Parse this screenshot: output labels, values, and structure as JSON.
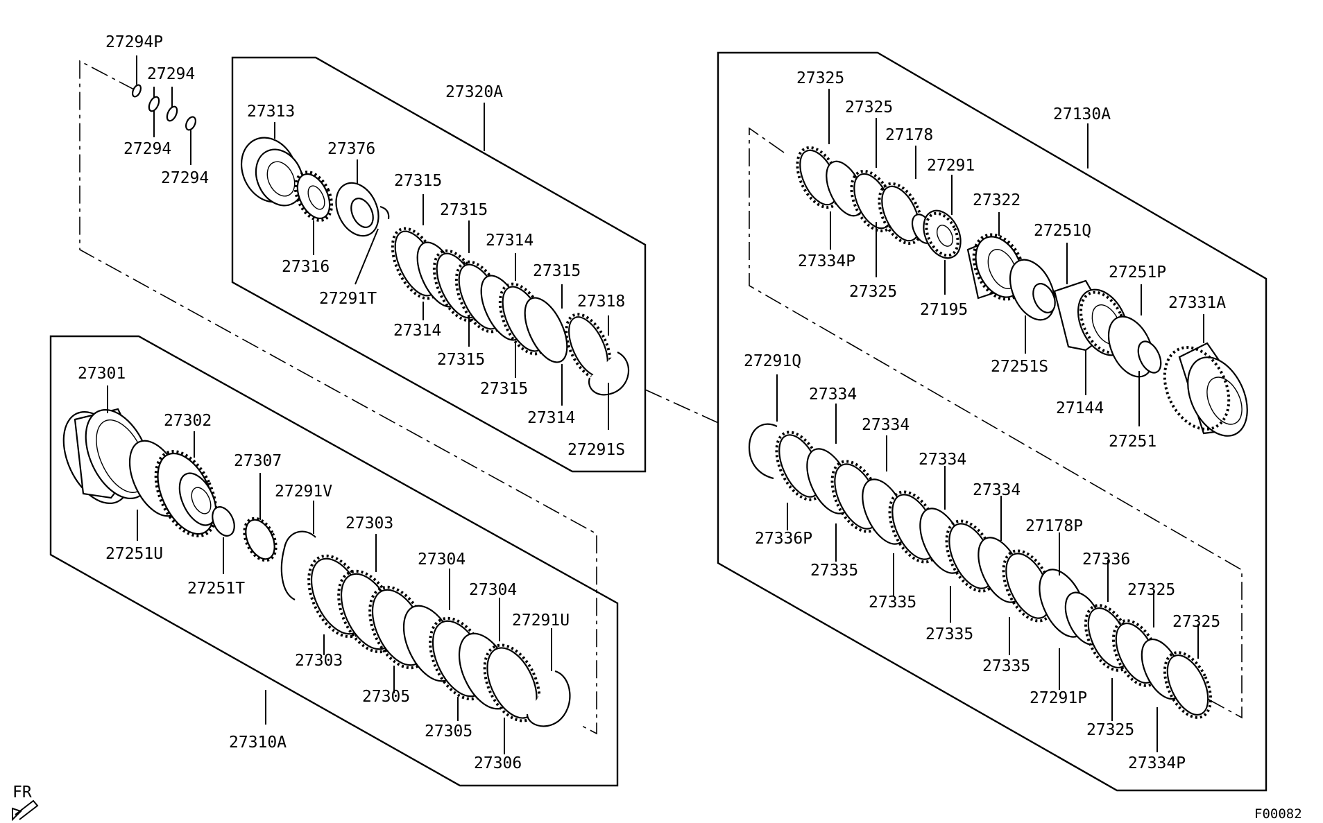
{
  "labels": {
    "l27294P": "27294P",
    "l27294a": "27294",
    "l27294b": "27294",
    "l27294c": "27294",
    "l27313": "27313",
    "l27376": "27376",
    "l27320A": "27320A",
    "l27315a": "27315",
    "l27315b": "27315",
    "l27314a": "27314",
    "l27315c": "27315",
    "l27318": "27318",
    "l27316": "27316",
    "l27291T": "27291T",
    "l27314b": "27314",
    "l27315d": "27315",
    "l27315e": "27315",
    "l27314c": "27314",
    "l27291S": "27291S",
    "l27301": "27301",
    "l27302": "27302",
    "l27307": "27307",
    "l27291V": "27291V",
    "l27303a": "27303",
    "l27304a": "27304",
    "l27304b": "27304",
    "l27291U": "27291U",
    "l27251U": "27251U",
    "l27251T": "27251T",
    "l27303b": "27303",
    "l27305a": "27305",
    "l27305b": "27305",
    "l27306": "27306",
    "l27310A": "27310A",
    "l27325a": "27325",
    "l27325b": "27325",
    "l27178": "27178",
    "l27291": "27291",
    "l27130A": "27130A",
    "l27322": "27322",
    "l27251Q": "27251Q",
    "l27251P": "27251P",
    "l27331A": "27331A",
    "l27334P": "27334P",
    "l27325c": "27325",
    "l27195": "27195",
    "l27251S": "27251S",
    "l27144": "27144",
    "l27251": "27251",
    "l27291Q": "27291Q",
    "l27334a": "27334",
    "l27334b": "27334",
    "l27334c": "27334",
    "l27334d": "27334",
    "l27178P": "27178P",
    "l27336": "27336",
    "l27325d": "27325",
    "l27325e": "27325",
    "l27336P": "27336P",
    "l27335a": "27335",
    "l27335b": "27335",
    "l27335c": "27335",
    "l27335d": "27335",
    "l27291P": "27291P",
    "l27325f": "27325",
    "l27334Pb": "27334P"
  },
  "front_marker": "FR",
  "figure_code": "F00082",
  "icons": {
    "front_arrow": "front-direction-arrow-icon"
  }
}
